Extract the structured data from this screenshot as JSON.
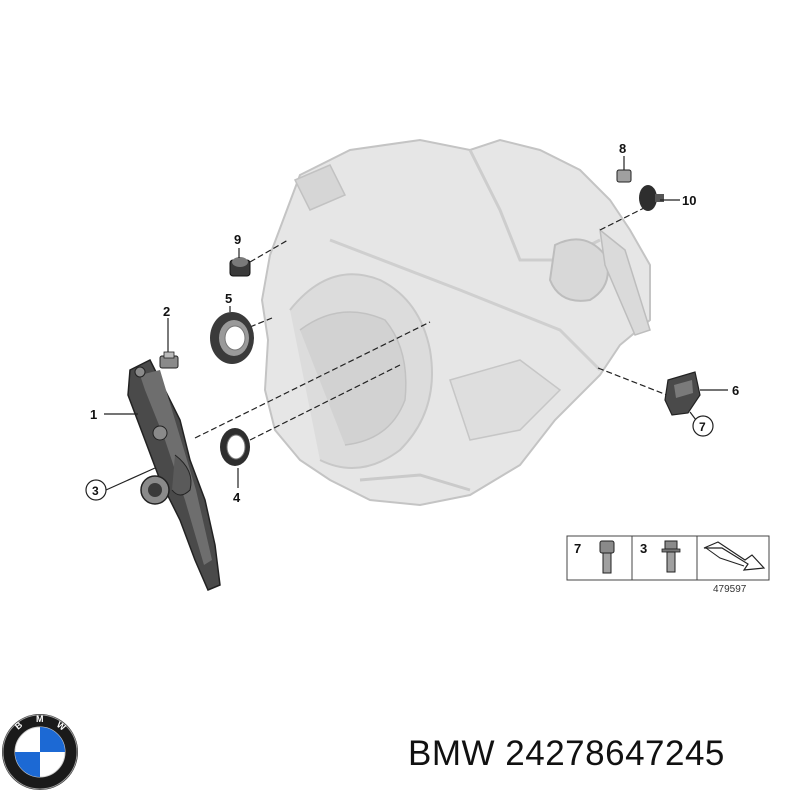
{
  "callouts": {
    "c1": "1",
    "c2": "2",
    "c3": "3",
    "c4": "4",
    "c5": "5",
    "c6": "6",
    "c7": "7",
    "c8": "8",
    "c9": "9",
    "c10": "10"
  },
  "legend": {
    "item_a": "7",
    "item_b": "3",
    "reference_number": "479597"
  },
  "caption": {
    "brand": "BMW",
    "part_number": "24278647245"
  },
  "logo": {
    "lettering": "BMW",
    "colors": {
      "ring": "#1a1a1a",
      "blue": "#1c69d4",
      "white": "#ffffff"
    }
  },
  "colors": {
    "housing_fill": "#e6e6e6",
    "housing_stroke": "#c4c4c4",
    "part_dark": "#3a3a3a",
    "part_mid": "#8a8a8a",
    "line": "#222222"
  }
}
